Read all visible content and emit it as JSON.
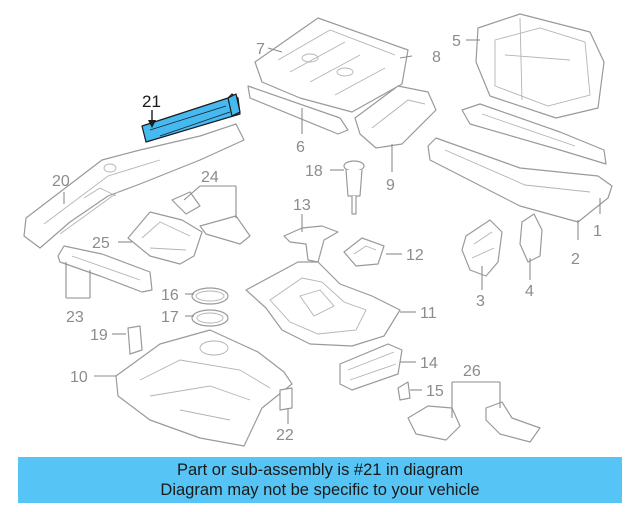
{
  "callouts": {
    "c1": "1",
    "c2": "2",
    "c3": "3",
    "c4": "4",
    "c5": "5",
    "c6": "6",
    "c7": "7",
    "c8": "8",
    "c9": "9",
    "c10": "10",
    "c11": "11",
    "c12": "12",
    "c13": "13",
    "c14": "14",
    "c15": "15",
    "c16": "16",
    "c17": "17",
    "c18": "18",
    "c19": "19",
    "c20": "20",
    "c21": "21",
    "c22": "22",
    "c23": "23",
    "c24": "24",
    "c25": "25",
    "c26": "26"
  },
  "highlight": {
    "part": "21",
    "color": "#46b9f0"
  },
  "banner": {
    "line1": "Part or sub-assembly is #21 in diagram",
    "line2": "Diagram may not be specific to your vehicle",
    "color": "#56c4f5"
  }
}
